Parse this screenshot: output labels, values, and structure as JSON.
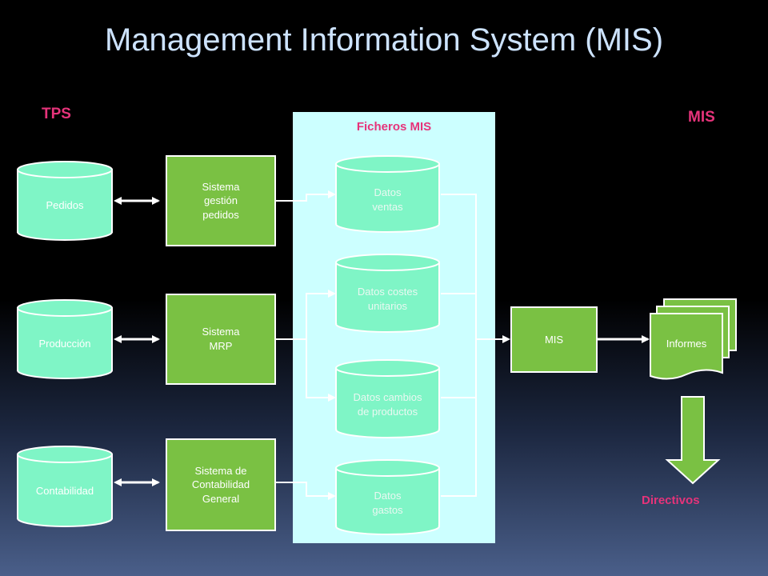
{
  "title": "Management Information System (MIS)",
  "labels": {
    "tps": "TPS",
    "mis": "MIS",
    "ficheros": "Ficheros MIS",
    "directivos": "Directivos"
  },
  "tps_databases": [
    "Pedidos",
    "Producción",
    "Contabilidad"
  ],
  "systems": [
    "Sistema\ngestión\npedidos",
    "Sistema\nMRP",
    "Sistema de\nContabilidad\nGeneral"
  ],
  "mis_files": [
    "Datos\nventas",
    "Datos costes\nunitarios",
    "Datos cambios\nde productos",
    "Datos\ngastos"
  ],
  "mis_box": "MIS",
  "reports": "Informes",
  "colors": {
    "green": "#7ac143",
    "mint": "#7ff5c6",
    "panel": "#ccffff",
    "pink": "#e6337a",
    "title": "#cde3ff"
  }
}
